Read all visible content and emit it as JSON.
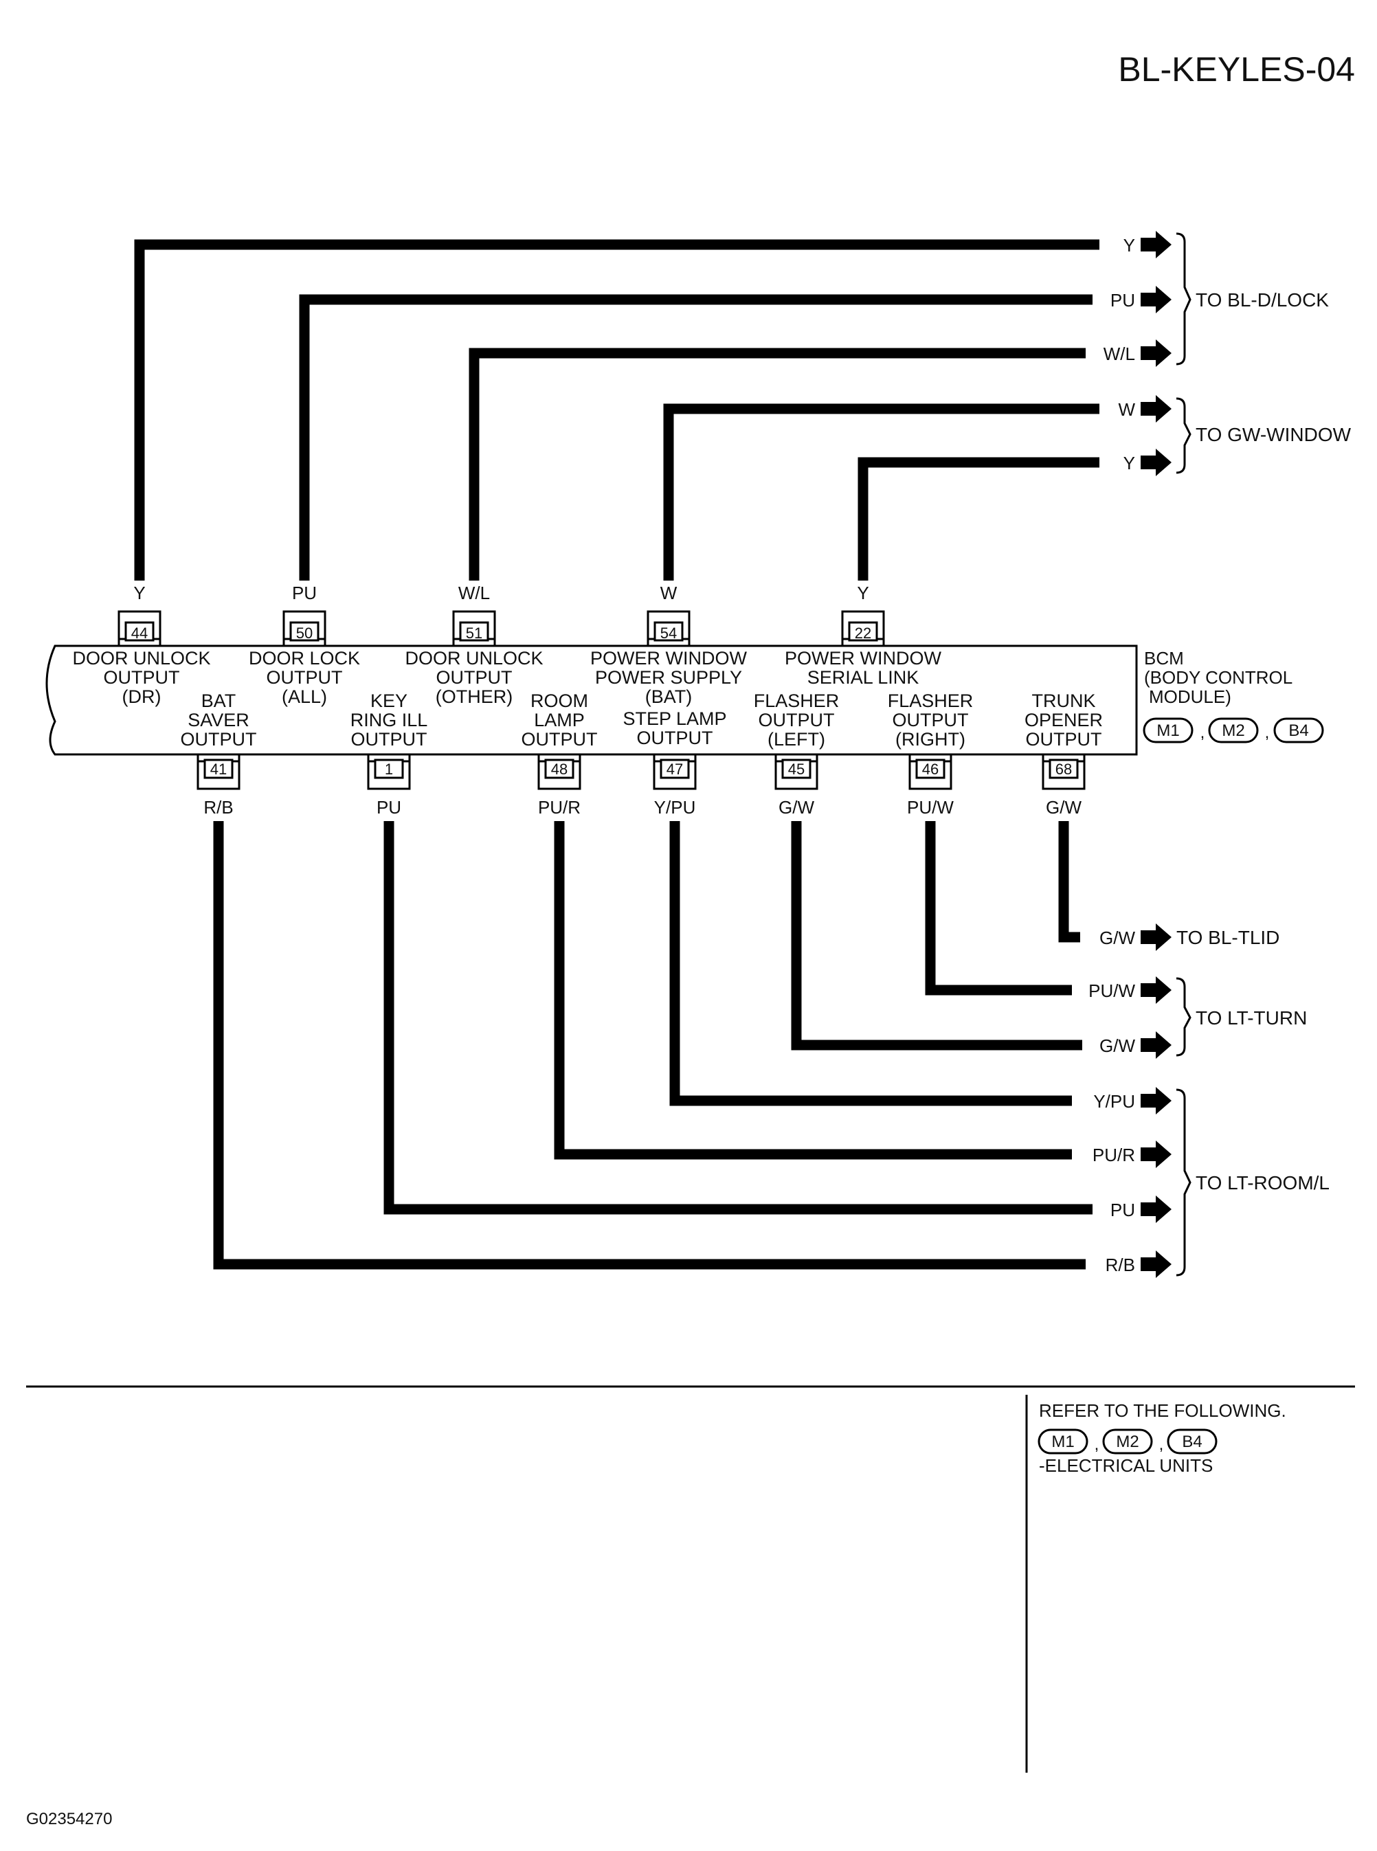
{
  "page_title": "BL-KEYLES-04",
  "figure_id": "G02354270",
  "module": {
    "name": "BCM",
    "description": [
      "(BODY CONTROL",
      "MODULE)"
    ],
    "connectors": [
      "M1",
      "M2",
      "B4"
    ]
  },
  "top_terminals": [
    {
      "pin": "44",
      "color": "Y",
      "label": [
        "DOOR UNLOCK",
        "OUTPUT",
        "(DR)"
      ]
    },
    {
      "pin": "50",
      "color": "PU",
      "label": [
        "DOOR LOCK",
        "OUTPUT",
        "(ALL)"
      ]
    },
    {
      "pin": "51",
      "color": "W/L",
      "label": [
        "DOOR UNLOCK",
        "OUTPUT",
        "(OTHER)"
      ]
    },
    {
      "pin": "54",
      "color": "W",
      "label": [
        "POWER WINDOW",
        "POWER SUPPLY",
        "(BAT)"
      ]
    },
    {
      "pin": "22",
      "color": "Y",
      "label": [
        "POWER WINDOW",
        "SERIAL LINK"
      ]
    }
  ],
  "bottom_terminals": [
    {
      "pin": "41",
      "color": "R/B",
      "label": [
        "BAT",
        "SAVER",
        "OUTPUT"
      ]
    },
    {
      "pin": "1",
      "color": "PU",
      "label": [
        "KEY",
        "RING ILL",
        "OUTPUT"
      ]
    },
    {
      "pin": "48",
      "color": "PU/R",
      "label": [
        "ROOM",
        "LAMP",
        "OUTPUT"
      ]
    },
    {
      "pin": "47",
      "color": "Y/PU",
      "label": [
        "STEP LAMP",
        "OUTPUT"
      ]
    },
    {
      "pin": "45",
      "color": "G/W",
      "label": [
        "FLASHER",
        "OUTPUT",
        "(LEFT)"
      ]
    },
    {
      "pin": "46",
      "color": "PU/W",
      "label": [
        "FLASHER",
        "OUTPUT",
        "(RIGHT)"
      ]
    },
    {
      "pin": "68",
      "color": "G/W",
      "label": [
        "TRUNK",
        "OPENER",
        "OUTPUT"
      ]
    }
  ],
  "destinations": [
    {
      "name": "TO BL-D/LOCK",
      "wires": [
        "Y",
        "PU",
        "W/L"
      ]
    },
    {
      "name": "TO GW-WINDOW",
      "wires": [
        "W",
        "Y"
      ]
    },
    {
      "name": "TO BL-TLID",
      "wires": [
        "G/W"
      ]
    },
    {
      "name": "TO LT-TURN",
      "wires": [
        "PU/W",
        "G/W"
      ]
    },
    {
      "name": "TO LT-ROOM/L",
      "wires": [
        "Y/PU",
        "PU/R",
        "PU",
        "R/B"
      ]
    }
  ],
  "reference_note": {
    "line1": "REFER TO THE FOLLOWING.",
    "connectors": [
      "M1",
      "M2",
      "B4"
    ],
    "line2": "-ELECTRICAL UNITS"
  }
}
